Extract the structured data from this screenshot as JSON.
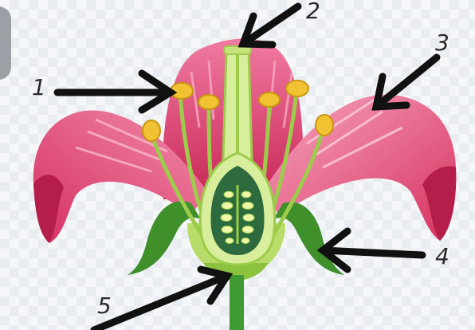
{
  "labels": {
    "l1": "1",
    "l2": "2",
    "l3": "3",
    "l4": "4",
    "l5": "5"
  },
  "colors": {
    "petal": "#e8406d",
    "petal_dark": "#b51e4a",
    "petal_light": "#f6a3bc",
    "stamen_stalk": "#9ccc4a",
    "anther": "#f1c232",
    "sepal": "#3f8f2a",
    "ovary": "#2d6a3e",
    "ovary_wall": "#d8ee9c",
    "arrow": "#111111",
    "label": "#2a2a2a"
  }
}
